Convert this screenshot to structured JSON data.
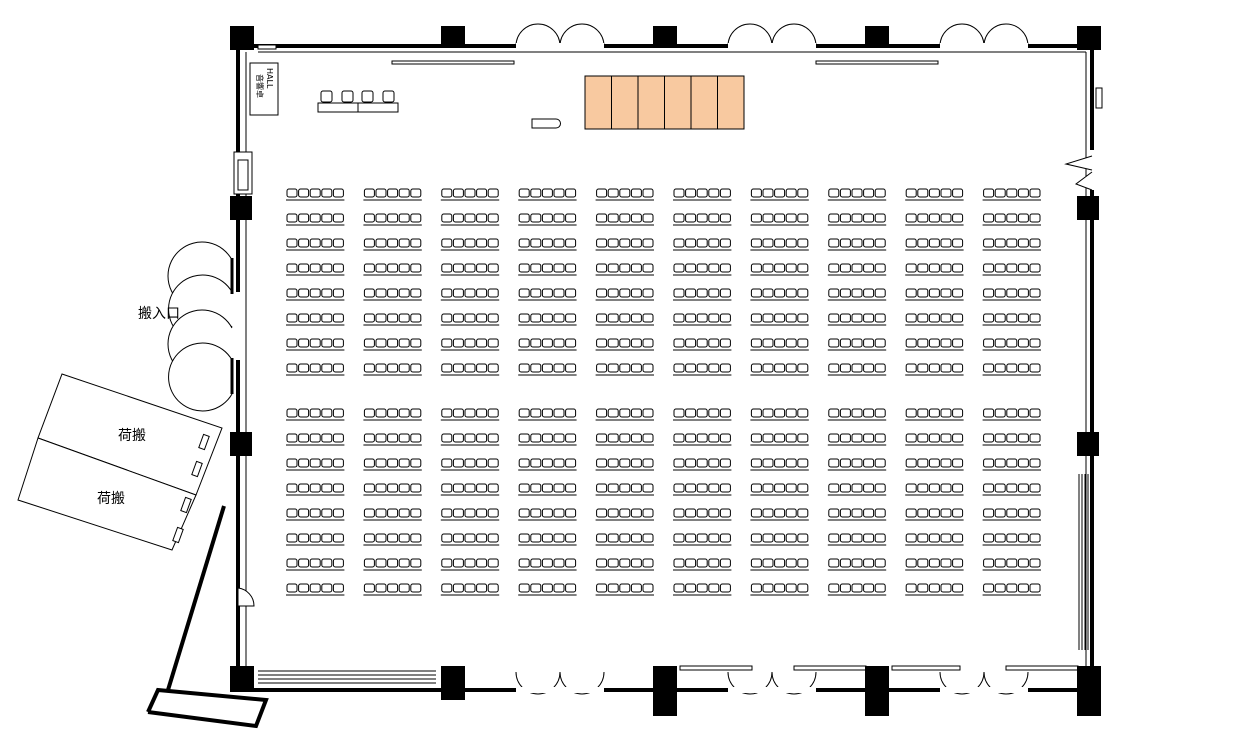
{
  "labels": {
    "entrance": "搬入口",
    "loading_1": "荷搬",
    "loading_2": "荷搬",
    "sound_booth_en": "HALL",
    "sound_booth_jp": "音響卓"
  },
  "seating": {
    "blocks_per_row": 10,
    "seats_per_block": 5,
    "front_section_rows": 8,
    "rear_section_rows": 8
  },
  "stage": {
    "panels": 6,
    "color": "#f8c9a0"
  },
  "side_table_chairs": 4
}
